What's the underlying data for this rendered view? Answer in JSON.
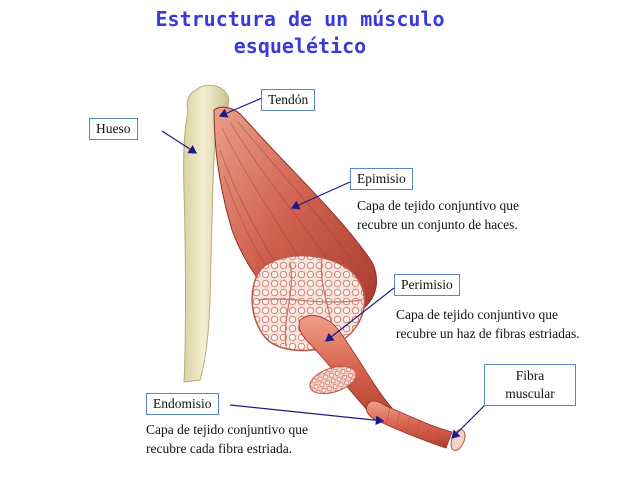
{
  "title": {
    "line1": "Estructura de un músculo",
    "line2": "esquelético"
  },
  "labels": {
    "tendon": "Tendón",
    "hueso": "Hueso",
    "epimisio": "Epimisio",
    "perimisio": "Perimisio",
    "endomisio": "Endomisio",
    "fibra_line1": "Fibra",
    "fibra_line2": "muscular"
  },
  "descriptions": {
    "epimisio": [
      "Capa de tejido conjuntivo que",
      "recubre un conjunto de haces."
    ],
    "perimisio": [
      "Capa de tejido conjuntivo que",
      "recubre un haz de fibras estriadas."
    ],
    "endomisio": [
      "Capa de tejido conjuntivo que",
      "recubre cada fibra estriada."
    ]
  },
  "colors": {
    "title": "#3a3ad8",
    "label_border": "#5a86c2",
    "arrow": "#1a1a8a",
    "muscle": "#c8564a",
    "bone": "#e6dfb4"
  }
}
